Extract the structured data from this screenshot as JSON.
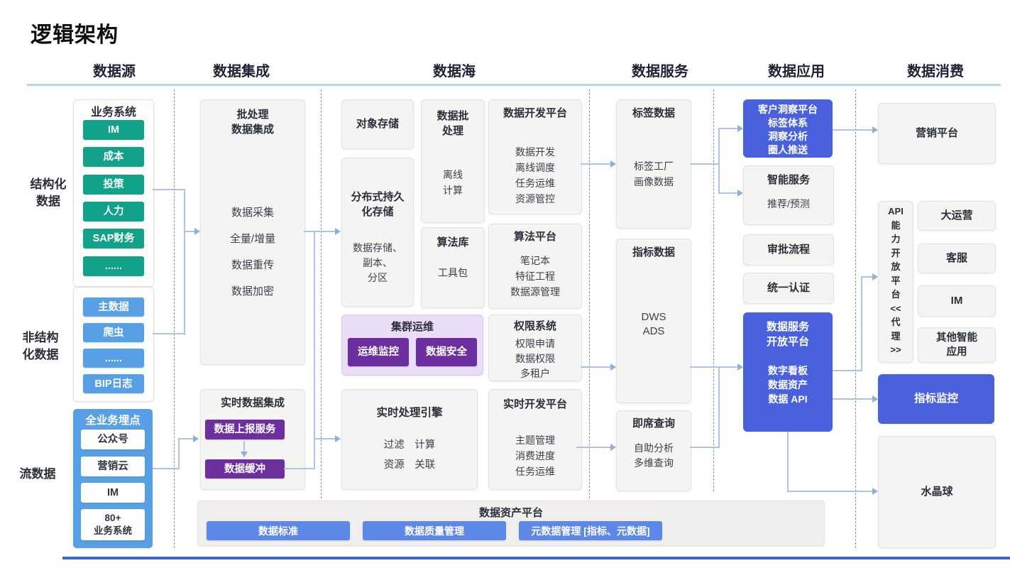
{
  "title": "逻辑架构",
  "headers": [
    "数据源",
    "数据集成",
    "数据海",
    "数据服务",
    "数据应用",
    "数据消费"
  ],
  "source": {
    "structured_label": "结构化\n数据",
    "unstructured_label": "非结构\n化数据",
    "stream_label": "流数据",
    "business_title": "业务系统",
    "business_items": [
      "IM",
      "成本",
      "投策",
      "人力",
      "SAP财务",
      "......"
    ],
    "unstructured_items": [
      "主数据",
      "爬虫",
      "......",
      "BIP日志"
    ],
    "stream_title": "全业务埋点",
    "stream_items": [
      "公众号",
      "营销云",
      "IM",
      "80+\n业务系统"
    ]
  },
  "integration": {
    "batch_title": "批处理\n数据集成",
    "batch_body": "数据采集\n全量/增量\n数据重传\n数据加密",
    "realtime_title": "实时数据集成",
    "report_service": "数据上报服务",
    "buffer": "数据缓冲"
  },
  "lake": {
    "object_storage": "对象存储",
    "persist_title": "分布式持久\n化存储",
    "persist_body": "数据存储、\n副本、\n分区",
    "batch_title": "数据批\n处理",
    "batch_body": "离线\n计算",
    "algolib_title": "算法库",
    "algolib_body": "工具包",
    "cluster_title": "集群运维",
    "cluster_items": [
      "运维监控",
      "数据安全"
    ],
    "dev_title": "数据开发平台",
    "dev_body": "数据开发\n离线调度\n任务运维\n资源管控",
    "algoplat_title": "算法平台",
    "algoplat_body": "笔记本\n特征工程\n数据源管理",
    "perm_title": "权限系统",
    "perm_body": "权限申请\n数据权限\n多租户",
    "rtengine_title": "实时处理引擎",
    "rtengine_body": "过滤　计算\n资源　关联",
    "rtdev_title": "实时开发平台",
    "rtdev_body": "主题管理\n消费进度\n任务运维"
  },
  "service": {
    "tag_title": "标签数据",
    "tag_body": "标签工厂\n画像数据",
    "metric_title": "指标数据",
    "metric_body": "DWS\nADS",
    "adhoc_title": "即席查询",
    "adhoc_body": "自助分析\n多维查询"
  },
  "application": {
    "insight_body": "客户洞察平台\n标签体系\n洞察分析\n圈人推送",
    "smart_title": "智能服务",
    "smart_body": "推荐/预测",
    "approval": "审批流程",
    "auth": "统一认证",
    "open_title": "数据服务\n开放平台",
    "open_body": "数字看板\n数据资产\n数据 API"
  },
  "consumption": {
    "marketing": "营销平台",
    "api_platform": "API\n能\n力\n开\n放\n平\n台\n<<\n代\n理\n>>",
    "apps": [
      "大运营",
      "客服",
      "IM",
      "其他智能\n应用"
    ],
    "metric_monitor": "指标监控",
    "crystal": "水晶球"
  },
  "asset": {
    "title": "数据资产平台",
    "items": [
      "数据标准",
      "数据质量管理",
      "元数据管理 [指标、元数据]"
    ]
  },
  "colors": {
    "green": "#12a28a",
    "sky_blue": "#58a0e6",
    "purple": "#6e2f9e",
    "royal_blue": "#4a61de",
    "button_blue": "#5d88e8",
    "connector": "#abc5e7",
    "header_underline": "#b7d6e8",
    "bottom_line": "#3a67d6"
  }
}
